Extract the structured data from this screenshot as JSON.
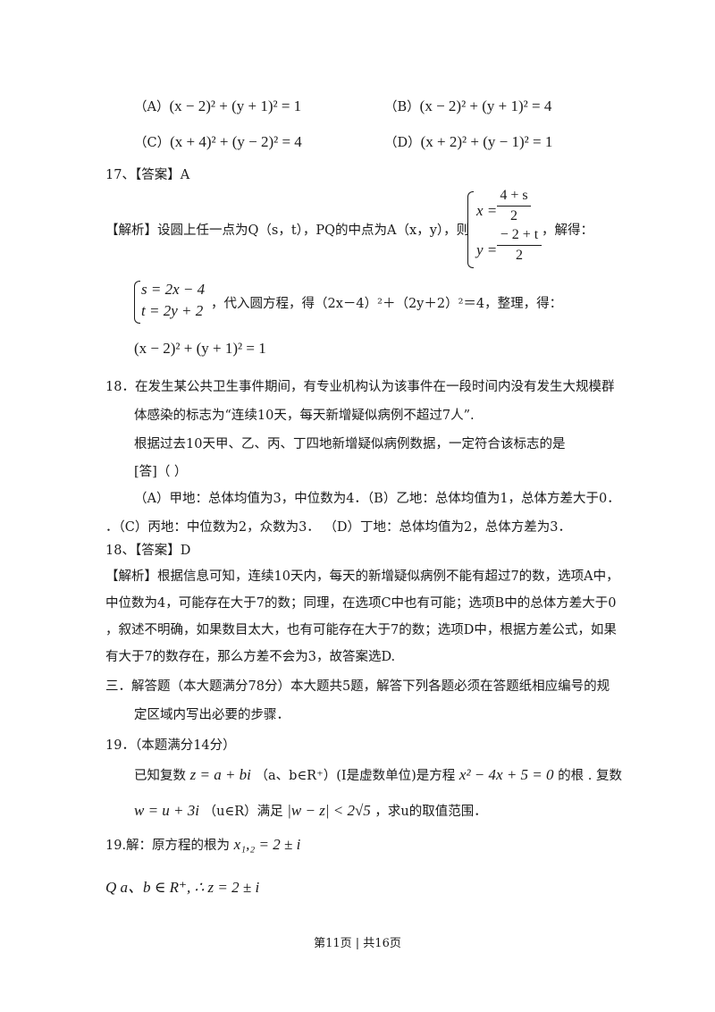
{
  "q17_options": {
    "a_label": "（A）",
    "a_expr": "(x − 2)² + (y + 1)² = 1",
    "b_label": "（B）",
    "b_expr": "(x − 2)² + (y + 1)² = 4",
    "c_label": "（C）",
    "c_expr": "(x + 4)² + (y − 2)² = 4",
    "d_label": "（D）",
    "d_expr": "(x + 2)² + (y − 1)² = 1"
  },
  "q17_answer": "17、【答案】A",
  "q17_analysis": {
    "lead": "【解析】设圆上任一点为Q（s，t），PQ的中点为A（x，y），则",
    "sys1_x": "x =",
    "sys1_x_num": "4 + s",
    "sys1_x_den": "2",
    "sys1_y": "y =",
    "sys1_y_num": "− 2 + t",
    "sys1_y_den": "2",
    "tail": "，解得：",
    "sys2_s": "s = 2x − 4",
    "sys2_t": "t = 2y + 2",
    "line2": "，代入圆方程，得（2x－4）²＋（2y＋2）²＝4，整理，得：",
    "result": "(x − 2)² + (y + 1)² = 1"
  },
  "q18": {
    "l1": "18．在发生某公共卫生事件期间，有专业机构认为该事件在一段时间内没有发生大规模群",
    "l2": "体感染的标志为“连续10天，每天新增疑似病例不超过7人”.",
    "l3": "根据过去10天甲、乙、丙、丁四地新增疑似病例数据，一定符合该标志的是",
    "l4": "[答]（   ）",
    "l5": "（A）甲地：总体均值为3，中位数为4．（B）乙地：总体均值为1，总体方差大于0．",
    "l6": "．（C）丙地：中位数为2，众数为3．   （D）丁地：总体均值为2，总体方差为3．"
  },
  "q18_answer": "18、【答案】D",
  "q18_analysis": {
    "l1": "【解析】根据信息可知，连续10天内，每天的新增疑似病例不能有超过7的数，选项A中，",
    "l2": "中位数为4，可能存在大于7的数；同理，在选项C中也有可能；选项B中的总体方差大于0",
    "l3": "，叙述不明确，如果数目太大，也有可能存在大于7的数；选项D中，根据方差公式，如果",
    "l4": "有大于7的数存在，那么方差不会为3，故答案选D."
  },
  "section3": {
    "l1": "三．解答题（本大题满分78分）本大题共5题，解答下列各题必须在答题纸相应编号的规",
    "l2": "定区域内写出必要的步骤．"
  },
  "q19": {
    "title": "19．（本题满分14分）",
    "l1_a": "已知复数",
    "l1_m1": "z = a + bi",
    "l1_b": "（a、b∈R⁺）(I是虚数单位)是方程",
    "l1_m2": "x² − 4x + 5 = 0",
    "l1_c": "的根    .    复数",
    "l2_m1": "w = u + 3i",
    "l2_a": "（u∈R）满足",
    "l2_m2": "|w − z| < 2√5",
    "l2_b": "，求u的取值范围．"
  },
  "q19_solution": {
    "l1_a": "19.解：原方程的根为",
    "l1_m": "x₁,₂ = 2 ± i",
    "l2_m": "Q a、b ∈ R⁺, ∴ z = 2 ± i"
  },
  "footer": "第11页 | 共16页"
}
